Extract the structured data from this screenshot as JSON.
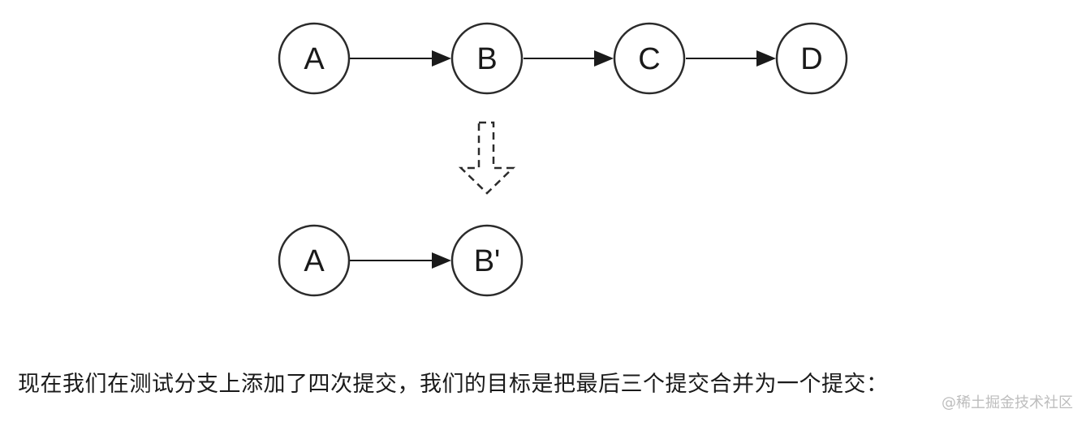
{
  "diagram": {
    "top_row": [
      {
        "id": "A",
        "label": "A"
      },
      {
        "id": "B",
        "label": "B"
      },
      {
        "id": "C",
        "label": "C"
      },
      {
        "id": "D",
        "label": "D"
      }
    ],
    "top_edges": [
      [
        "A",
        "B"
      ],
      [
        "B",
        "C"
      ],
      [
        "C",
        "D"
      ]
    ],
    "transition": "dashed-down-arrow",
    "bottom_row": [
      {
        "id": "A2",
        "label": "A"
      },
      {
        "id": "B2",
        "label": "B'"
      }
    ],
    "bottom_edges": [
      [
        "A2",
        "B2"
      ]
    ]
  },
  "caption": "现在我们在测试分支上添加了四次提交，我们的目标是把最后三个提交合并为一个提交：",
  "watermark": "@稀土掘金技术社区"
}
